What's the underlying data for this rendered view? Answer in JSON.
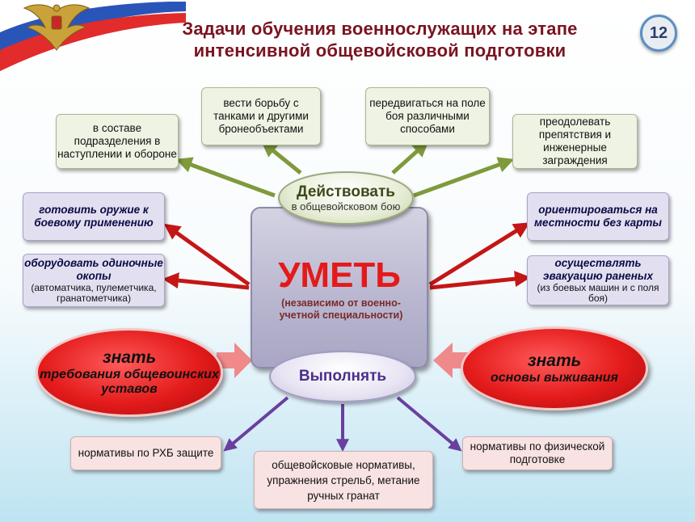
{
  "header": {
    "title_line1": "Задачи обучения военнослужащих  на этапе",
    "title_line2": "интенсивной общевойсковой подготовки",
    "page_number": "12"
  },
  "colors": {
    "title": "#7a1420",
    "umet": "#e41a1a",
    "green_arrow": "#7f9a3c",
    "red_arrow": "#c51616",
    "purple_arrow": "#6a3fa0",
    "pink_arrow": "#f08a8a"
  },
  "center": {
    "label": "УМЕТЬ",
    "sublabel": "(независимо от военно-учетной специальности)"
  },
  "act": {
    "heading": "Действовать",
    "sub": "в общевойсковом бою"
  },
  "perform": {
    "heading": "Выполнять"
  },
  "green_boxes": [
    {
      "text": "в составе подразделения в наступлении и обороне"
    },
    {
      "text": "вести борьбу с танками и другими бронеобъектами"
    },
    {
      "text": "передвигаться на поле боя различными способами"
    },
    {
      "text": "преодолевать препятствия и инженерные заграждения"
    }
  ],
  "left_boxes": [
    {
      "text": "готовить оружие к боевому применению"
    },
    {
      "text": "оборудовать одиночные окопы",
      "sub": "(автоматчика, пулеметчика, гранатометчика)"
    }
  ],
  "right_boxes": [
    {
      "text": "ориентироваться на местности без карты"
    },
    {
      "text": "осуществлять эвакуацию раненых",
      "sub": "(из боевых машин и с поля боя)"
    }
  ],
  "know_left": {
    "heading": "знать",
    "text": "требования общевоинских уставов"
  },
  "know_right": {
    "heading": "знать",
    "text": "основы выживания"
  },
  "bottom_boxes": [
    {
      "text": "нормативы по РХБ защите"
    },
    {
      "text": "общевойсковые нормативы, упражнения стрельб, метание ручных гранат"
    },
    {
      "text": "нормативы по физической подготовке"
    }
  ]
}
